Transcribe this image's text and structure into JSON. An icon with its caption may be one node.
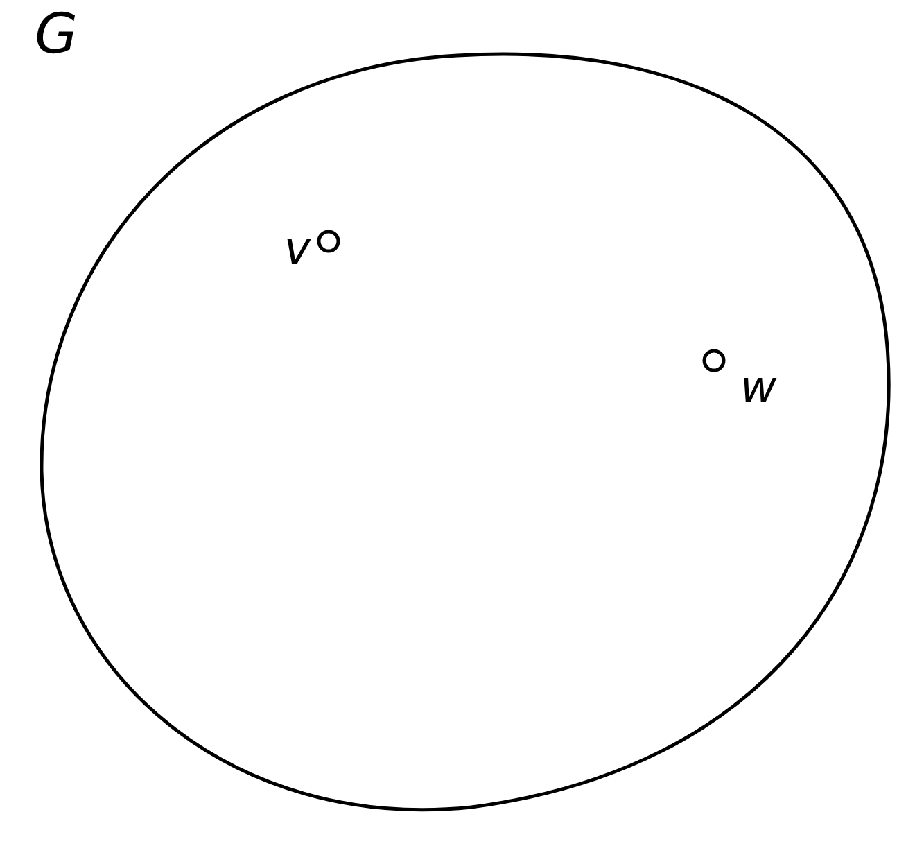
{
  "diagram": {
    "nodes": [
      {
        "text": [
          "G"
        ]
      },
      {
        "text": [],
        "shape": "circle",
        "in": 0,
        "beside": [
          "v"
        ]
      },
      {
        "text": [],
        "shape": "circle",
        "in": 0,
        "beside": [
          "w"
        ]
      }
    ],
    "edges": []
  }
}
